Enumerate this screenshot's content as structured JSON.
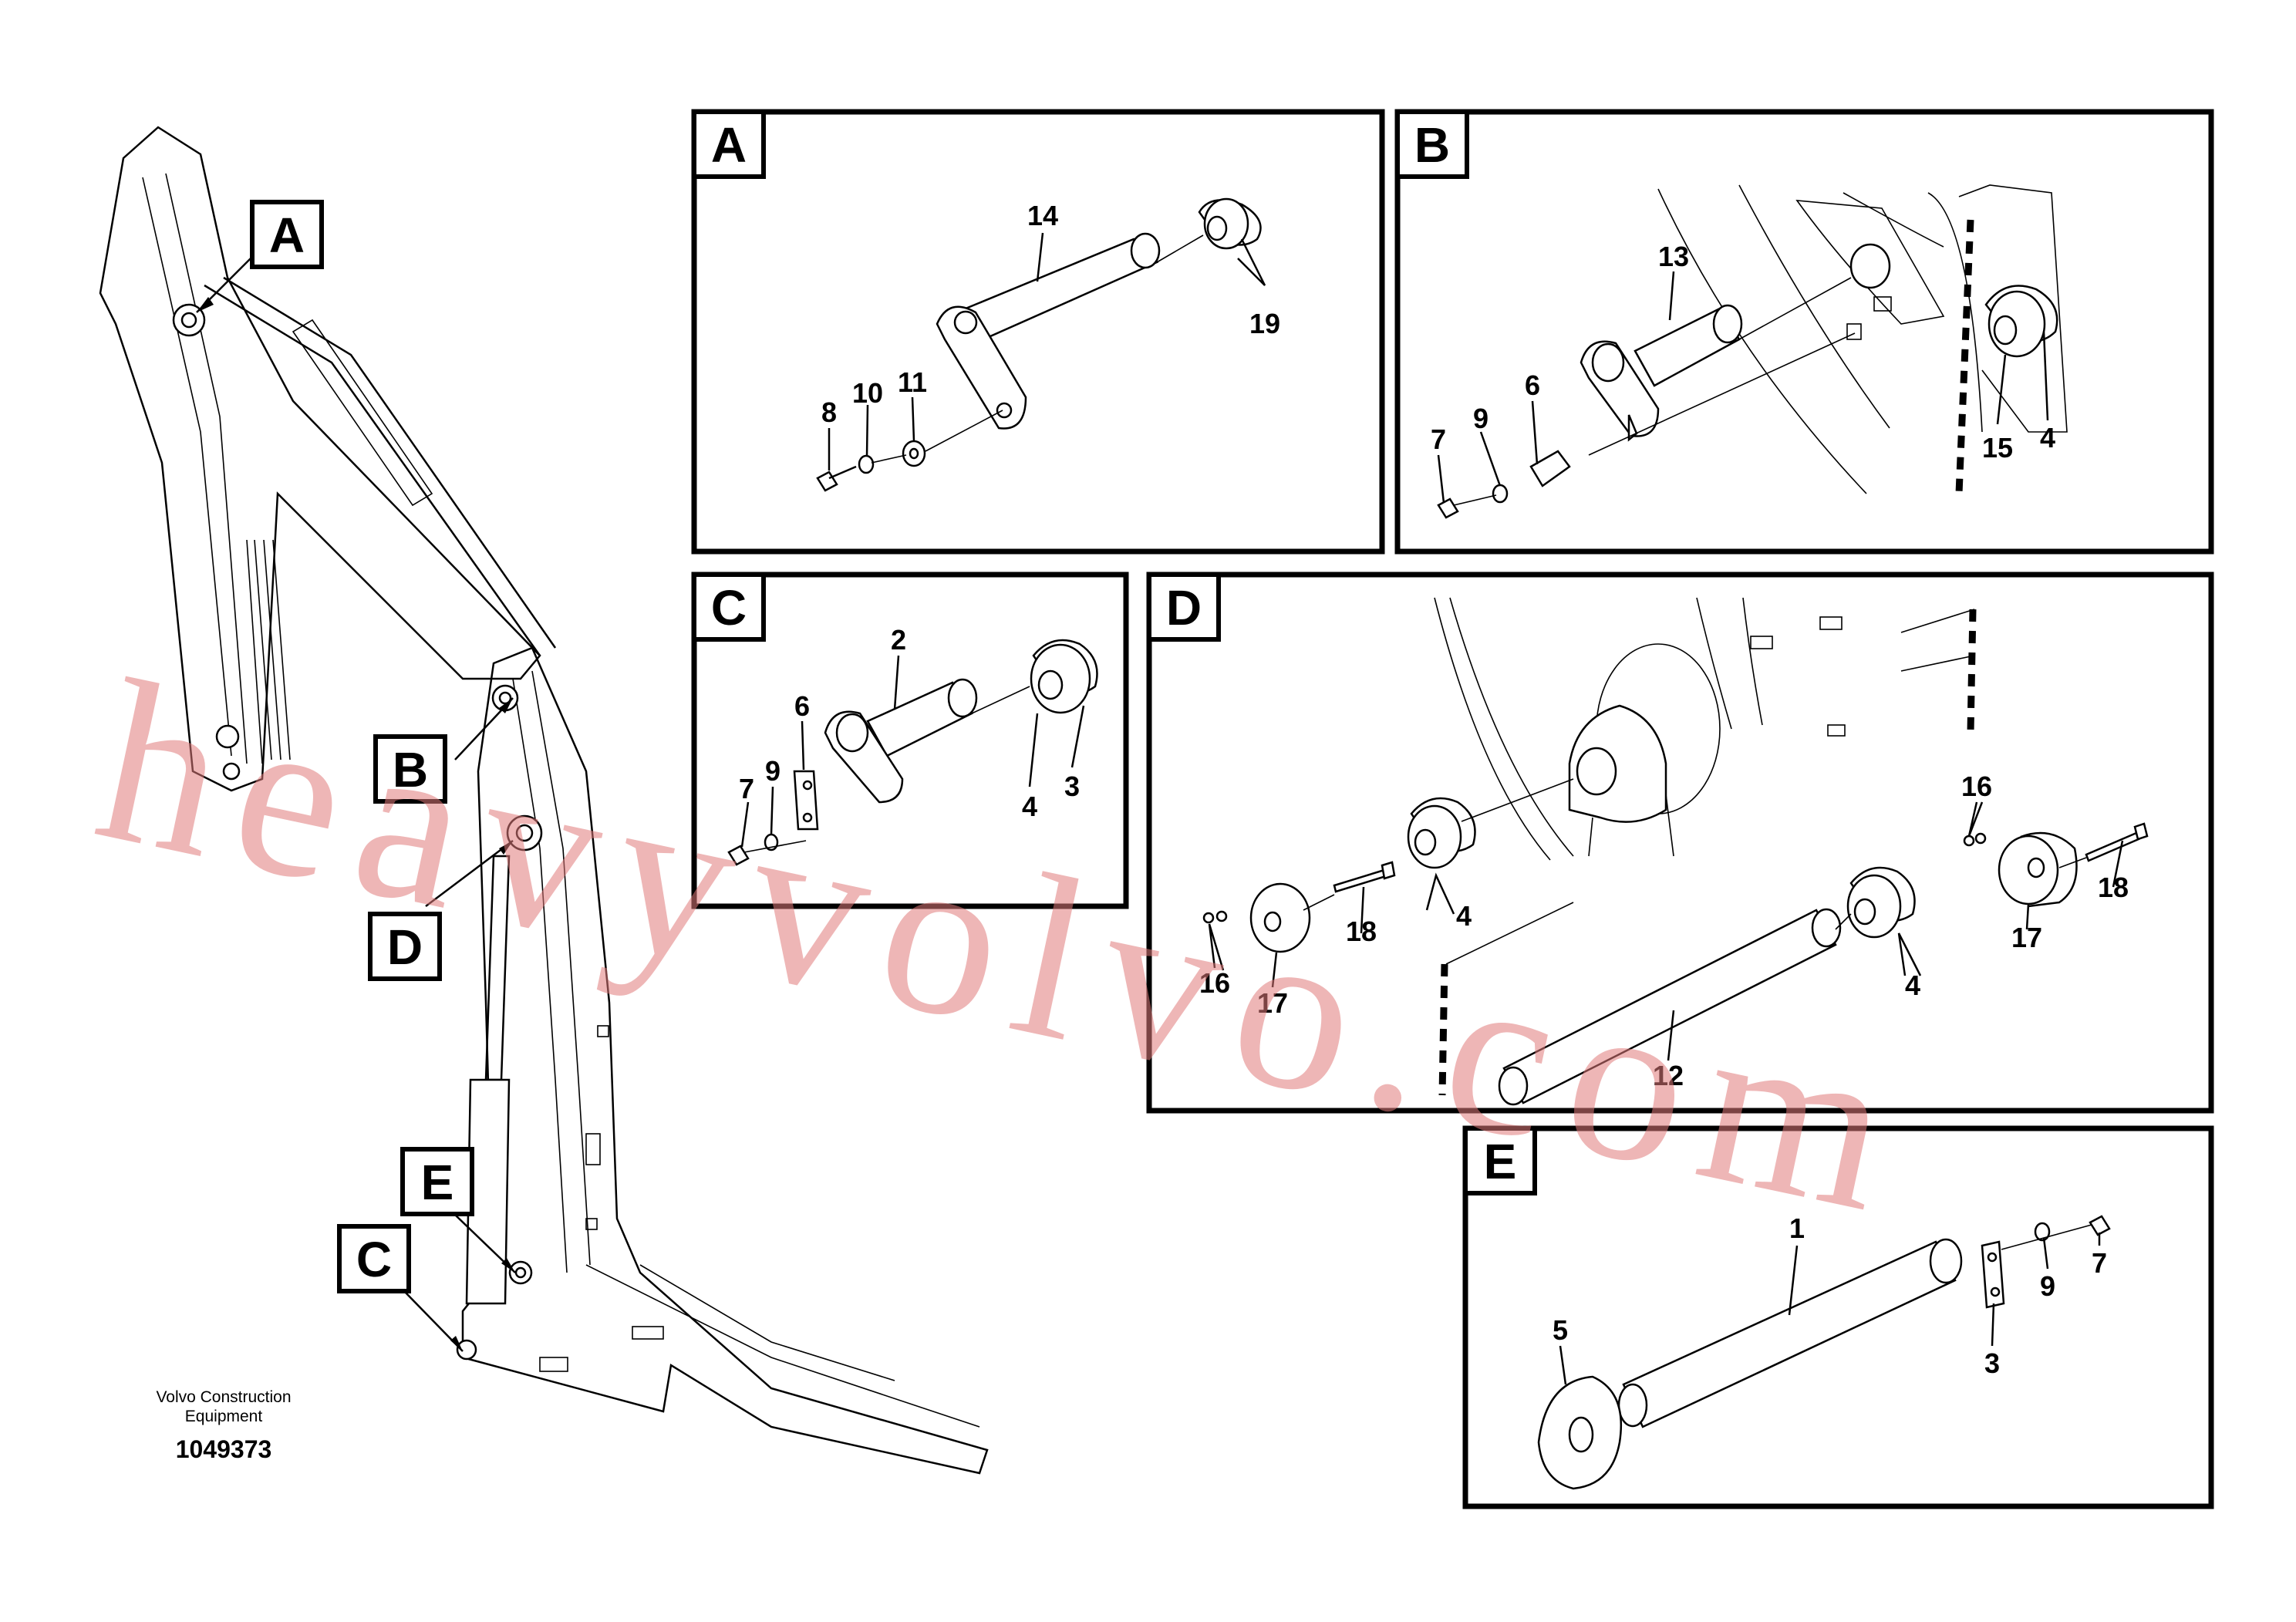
{
  "credit": {
    "line1": "Volvo Construction",
    "line2": "Equipment",
    "drawing_number": "1049373"
  },
  "watermark": "heavyvolvo.com",
  "overview_tags": [
    "A",
    "B",
    "D",
    "E",
    "C"
  ],
  "panels": {
    "A": {
      "letter": "A",
      "callouts": [
        "14",
        "19",
        "8",
        "10",
        "11"
      ]
    },
    "B": {
      "letter": "B",
      "callouts": [
        "13",
        "6",
        "7",
        "9",
        "15",
        "4"
      ]
    },
    "C": {
      "letter": "C",
      "callouts": [
        "2",
        "6",
        "7",
        "9",
        "4",
        "3"
      ]
    },
    "D": {
      "letter": "D",
      "callouts": [
        "4",
        "18",
        "16",
        "17",
        "4",
        "12",
        "16",
        "17",
        "18"
      ]
    },
    "E": {
      "letter": "E",
      "callouts": [
        "1",
        "5",
        "3",
        "9",
        "7"
      ]
    }
  },
  "colors": {
    "line": "#000000",
    "background": "#ffffff",
    "watermark": "#e07a7a"
  }
}
